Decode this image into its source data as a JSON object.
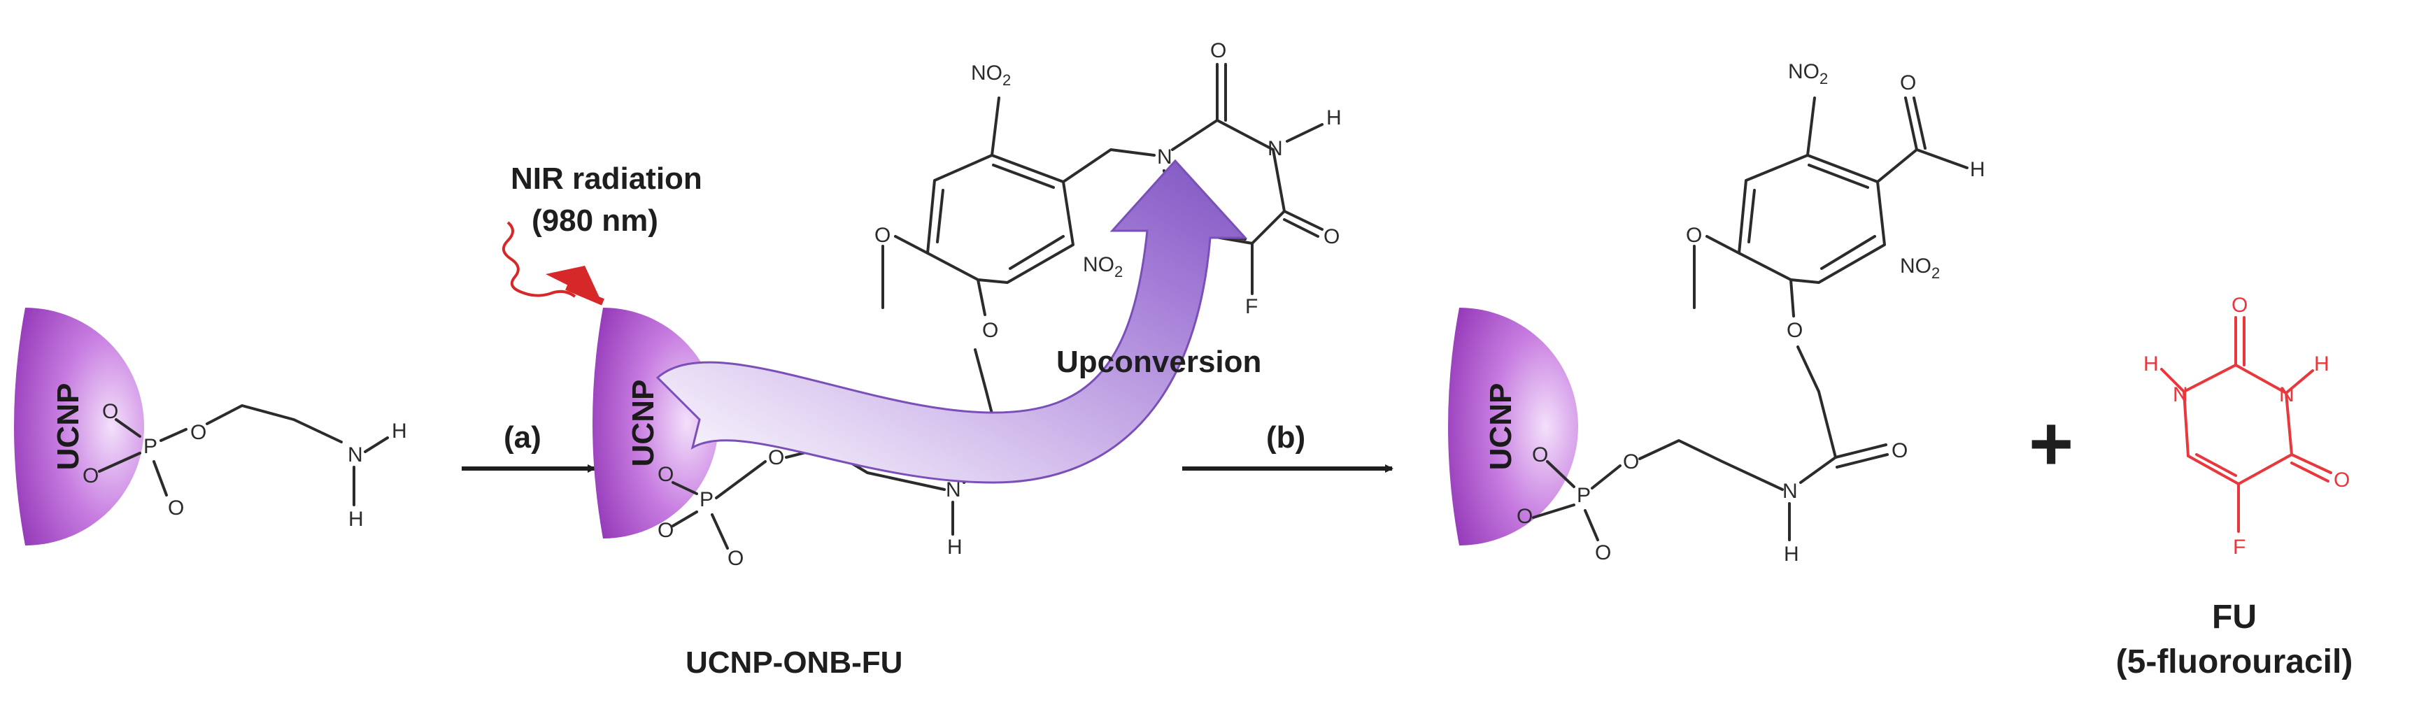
{
  "particle_label": "UCNP",
  "nir_line1": "NIR radiation",
  "nir_line2": "(980 nm)",
  "step_a": "(a)",
  "step_b": "(b)",
  "upconversion": "Upconversion",
  "product_name": "UCNP-ONB-FU",
  "plus": "+",
  "fu_name": "FU",
  "fu_full": "(5-fluorouracil)",
  "atoms": {
    "O": "O",
    "P": "P",
    "N": "N",
    "H": "H",
    "F": "F",
    "NO": "NO",
    "two": "2"
  },
  "colors": {
    "particle": "#a64ac9",
    "arrow_purple": "#9b6cd0",
    "fu_red": "#e8383d",
    "nir_red": "#d62828"
  }
}
